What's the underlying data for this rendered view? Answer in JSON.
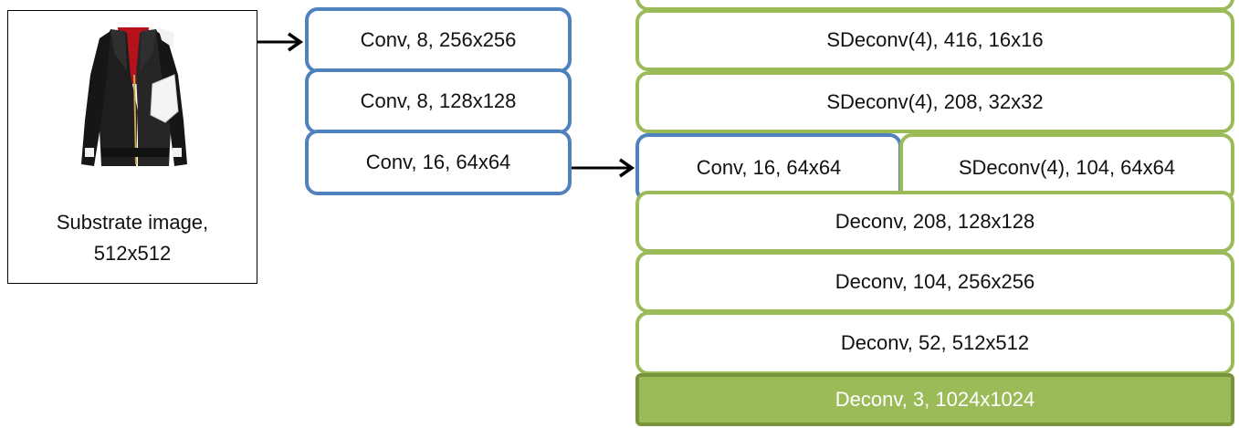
{
  "substrate": {
    "caption_line1": "Substrate image,",
    "caption_line2": "512x512",
    "image": "leather-jacket-photo"
  },
  "encoder": {
    "blocks": [
      {
        "label": "Conv, 8, 256x256"
      },
      {
        "label": "Conv, 8, 128x128"
      },
      {
        "label": "Conv, 16, 64x64"
      }
    ]
  },
  "decoder": {
    "top_partial": "",
    "blocks": [
      {
        "label": "SDeconv(4), 416, 16x16"
      },
      {
        "label": "SDeconv(4), 208, 32x32"
      },
      {
        "label": "Conv, 16, 64x64"
      },
      {
        "label": "SDeconv(4), 104, 64x64"
      },
      {
        "label": "Deconv, 208, 128x128"
      },
      {
        "label": "Deconv, 104, 256x256"
      },
      {
        "label": "Deconv, 52, 512x512"
      },
      {
        "label": "Deconv, 3, 1024x1024"
      }
    ]
  },
  "colors": {
    "encoder_border": "#4f81bd",
    "decoder_border": "#9bbb59",
    "output_fill": "#9bbb59",
    "arrow": "#000000"
  }
}
